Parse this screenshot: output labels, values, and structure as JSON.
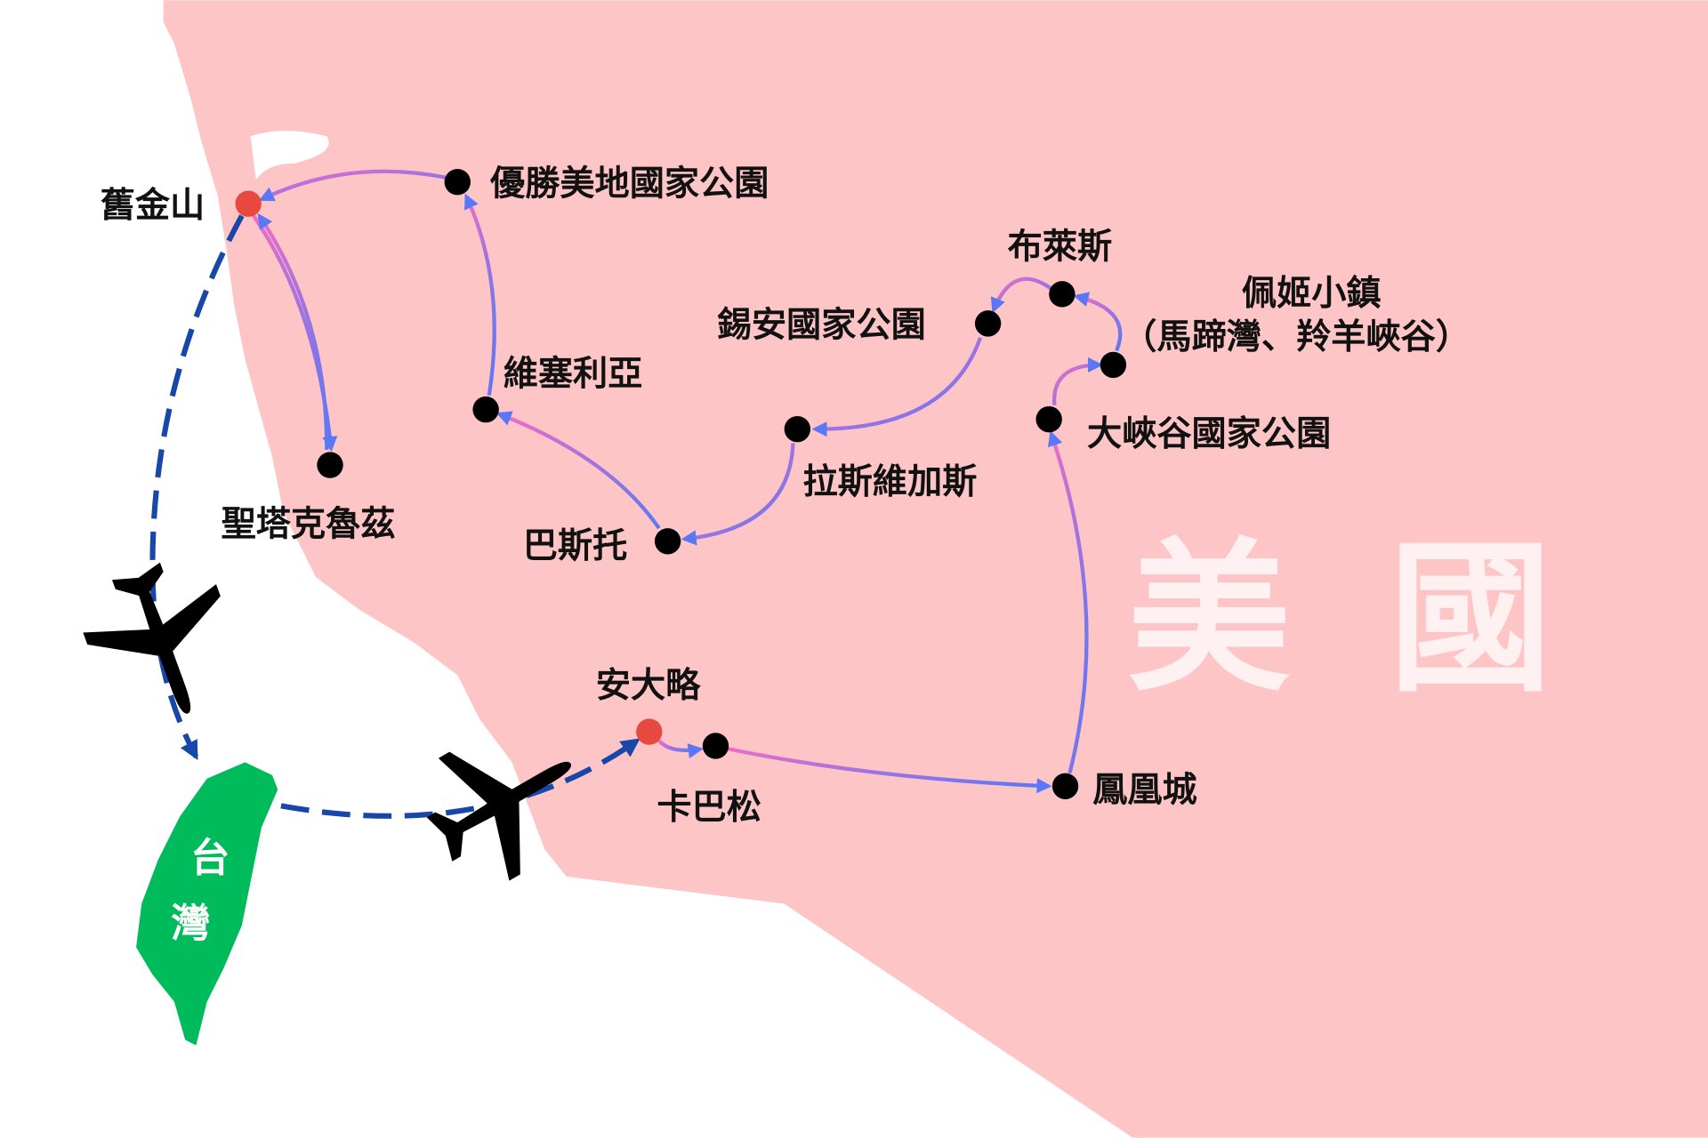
{
  "title": "美西行程路線圖",
  "country_label": "美國",
  "origin_label": "台灣",
  "colors": {
    "land": "#fdc5c6",
    "sea": "#ffffff",
    "taiwan": "#00bb5c",
    "flight": "#1747a8",
    "route_start": "#f06cc8",
    "route_end": "#5a78f5",
    "gateway": "#e8493f",
    "stop": "#000000"
  },
  "stops": [
    {
      "id": "sf",
      "name": "舊金山",
      "type": "gateway"
    },
    {
      "id": "yosemite",
      "name": "優勝美地國家公園",
      "type": "stop"
    },
    {
      "id": "santacruz",
      "name": "聖塔克魯茲",
      "type": "stop"
    },
    {
      "id": "visalia",
      "name": "維塞利亞",
      "type": "stop"
    },
    {
      "id": "barstow",
      "name": "巴斯托",
      "type": "stop"
    },
    {
      "id": "lasvegas",
      "name": "拉斯維加斯",
      "type": "stop"
    },
    {
      "id": "zion",
      "name": "錫安國家公園",
      "type": "stop"
    },
    {
      "id": "bryce",
      "name": "布萊斯",
      "type": "stop"
    },
    {
      "id": "page",
      "name": "佩姬小鎮",
      "sub": "（馬蹄灣、羚羊峽谷）",
      "type": "stop"
    },
    {
      "id": "grandcanyon",
      "name": "大峽谷國家公園",
      "type": "stop"
    },
    {
      "id": "phoenix",
      "name": "鳳凰城",
      "type": "stop"
    },
    {
      "id": "cabazon",
      "name": "卡巴松",
      "type": "stop"
    },
    {
      "id": "ontario",
      "name": "安大略",
      "type": "gateway"
    }
  ]
}
